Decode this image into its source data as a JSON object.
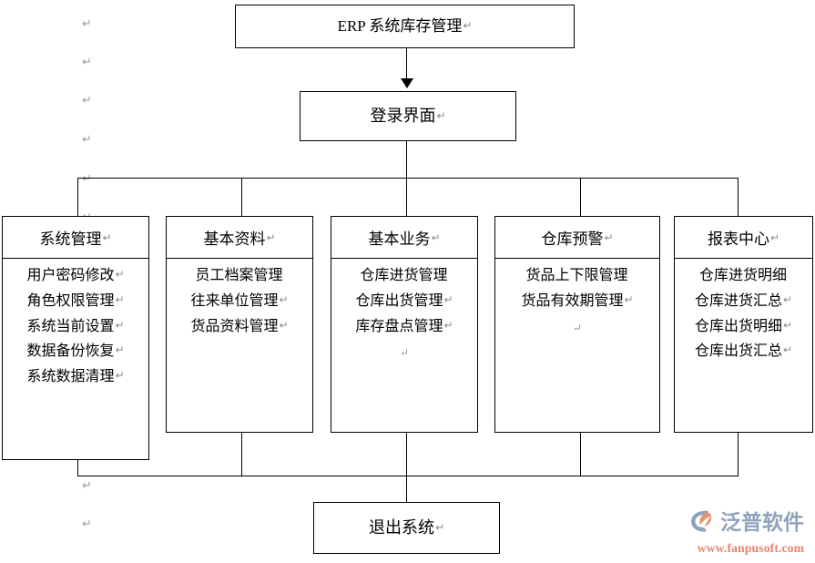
{
  "diagram": {
    "title_box": {
      "label": "ERP 系统库存管理",
      "mark": "↵"
    },
    "login_box": {
      "label": "登录界面",
      "mark": "↵"
    },
    "exit_box": {
      "label": "退出系统",
      "mark": "↵"
    },
    "modules": [
      {
        "header": "系统管理",
        "header_mark": "↵",
        "items": [
          {
            "label": "用户密码修改",
            "mark": "↵"
          },
          {
            "label": "角色权限管理",
            "mark": "↵"
          },
          {
            "label": "系统当前设置",
            "mark": "↵"
          },
          {
            "label": "数据备份恢复",
            "mark": "↵"
          },
          {
            "label": "系统数据清理",
            "mark": "↵"
          }
        ],
        "trailing_marks": []
      },
      {
        "header": "基本资料",
        "header_mark": "↵",
        "items": [
          {
            "label": "员工档案管理",
            "mark": ""
          },
          {
            "label": "往来单位管理",
            "mark": "↵"
          },
          {
            "label": "货品资料管理",
            "mark": "↵"
          }
        ],
        "trailing_marks": []
      },
      {
        "header": "基本业务",
        "header_mark": "↵",
        "items": [
          {
            "label": "仓库进货管理",
            "mark": ""
          },
          {
            "label": "仓库出货管理",
            "mark": "↵"
          },
          {
            "label": "库存盘点管理",
            "mark": "↵"
          }
        ],
        "trailing_marks": [
          "↵"
        ]
      },
      {
        "header": "仓库预警",
        "header_mark": "↵",
        "items": [
          {
            "label": "货品上下限管理",
            "mark": ""
          },
          {
            "label": "货品有效期管理",
            "mark": "↵"
          }
        ],
        "trailing_marks": [
          "↵"
        ]
      },
      {
        "header": "报表中心",
        "header_mark": "↵",
        "items": [
          {
            "label": "仓库进货明细",
            "mark": ""
          },
          {
            "label": "仓库进货汇总",
            "mark": "↵"
          },
          {
            "label": "仓库出货明细",
            "mark": "↵"
          },
          {
            "label": "仓库出货汇总",
            "mark": "↵"
          }
        ],
        "trailing_marks": []
      }
    ],
    "margin_marks": [
      "↵",
      "↵",
      "↵",
      "↵",
      "↵",
      "↵",
      "↵",
      "↵"
    ]
  },
  "watermark": {
    "brand": "泛普软件",
    "url": "www.fanpusoft.com",
    "brand_color": "#8fa3bd",
    "url_color": "#e8836a",
    "leaf_color": "#e8916f"
  }
}
